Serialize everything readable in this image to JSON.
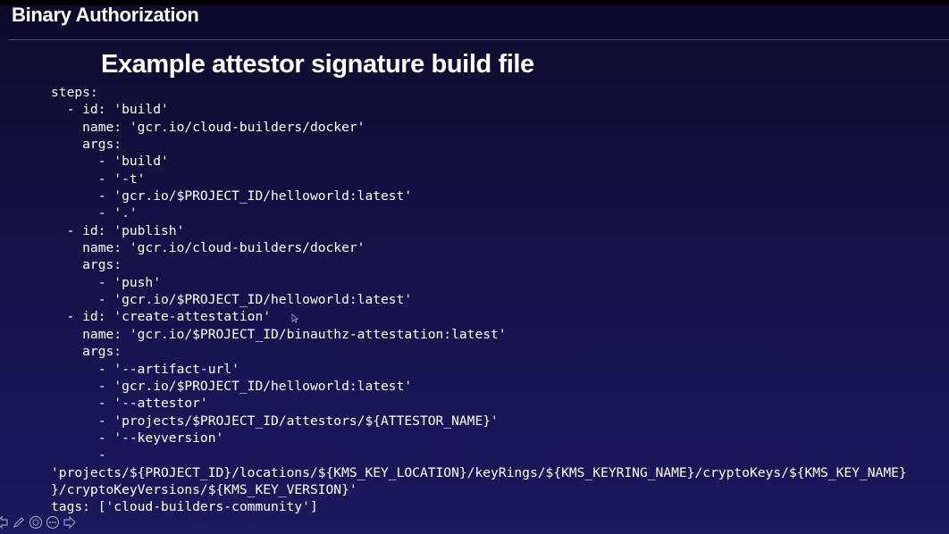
{
  "header": {
    "title": "Binary Authorization"
  },
  "slide": {
    "title": "Example attestor signature build file"
  },
  "code_lines": [
    "steps:",
    "  - id: 'build'",
    "    name: 'gcr.io/cloud-builders/docker'",
    "    args:",
    "      - 'build'",
    "      - '-t'",
    "      - 'gcr.io/$PROJECT_ID/helloworld:latest'",
    "      - '.'",
    "  - id: 'publish'",
    "    name: 'gcr.io/cloud-builders/docker'",
    "    args:",
    "      - 'push'",
    "      - 'gcr.io/$PROJECT_ID/helloworld:latest'",
    "  - id: 'create-attestation'",
    "    name: 'gcr.io/$PROJECT_ID/binauthz-attestation:latest'",
    "    args:",
    "      - '--artifact-url'",
    "      - 'gcr.io/$PROJECT_ID/helloworld:latest'",
    "      - '--attestor'",
    "      - 'projects/$PROJECT_ID/attestors/${ATTESTOR_NAME}'",
    "      - '--keyversion'",
    "      -",
    "'projects/${PROJECT_ID}/locations/${KMS_KEY_LOCATION}/keyRings/${KMS_KEYRING_NAME}/cryptoKeys/${KMS_KEY_NAME}",
    "}/cryptoKeyVersions/${KMS_KEY_VERSION}'",
    "tags: ['cloud-builders-community']"
  ],
  "toolbar": {
    "icons": [
      "prev-icon",
      "pen-icon",
      "zoom-icon",
      "menu-icon",
      "next-icon"
    ]
  },
  "colors": {
    "background_top": "#0c0b2c",
    "background_bottom": "#1b185c",
    "text": "#ffffff",
    "rule": "#4a4887"
  }
}
